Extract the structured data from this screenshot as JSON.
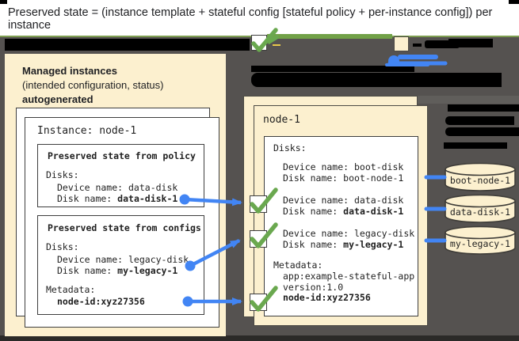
{
  "title": "Preserved state = (instance template + stateful config [stateful policy + per-instance config]) per instance",
  "left_panel": {
    "heading_bold": "Managed instances",
    "heading_line2": "(intended configuration, status)",
    "heading_bold2": "autogenerated",
    "instance_card": {
      "title": "Instance: node-1",
      "policy_box": {
        "title": "Preserved state from policy",
        "disks_label": "Disks:",
        "device_line": "Device name: data-disk",
        "disk_prefix": "Disk name: ",
        "disk_value": "data-disk-1"
      },
      "configs_box": {
        "title": "Preserved state from configs",
        "disks_label": "Disks:",
        "device_line": "Device name: legacy-disk",
        "disk_prefix": "Disk name: ",
        "disk_value": "my-legacy-1",
        "metadata_label": "Metadata:",
        "metadata_value": "node-id:xyz27356"
      }
    }
  },
  "vm_panel": {
    "title": "node-1",
    "disks_label": "Disks:",
    "disk_entries": [
      {
        "device": "Device name: boot-disk",
        "disk_prefix": "Disk name: ",
        "disk_value": "boot-node-1"
      },
      {
        "device": "Device name: data-disk",
        "disk_prefix": "Disk name: ",
        "disk_value": "data-disk-1"
      },
      {
        "device": "Device name: legacy-disk",
        "disk_prefix": "Disk name: ",
        "disk_value": "my-legacy-1"
      }
    ],
    "metadata_label": "Metadata:",
    "metadata_line1": "app:example-stateful-app",
    "metadata_line2": "version:1.0",
    "metadata_bold_line": "node-id:xyz27356"
  },
  "disk_cylinders": [
    {
      "label": "boot-node-1"
    },
    {
      "label": "data-disk-1"
    },
    {
      "label": "my-legacy-1"
    }
  ],
  "colors": {
    "background_dark": "#555250",
    "panel_cream": "#fcf0cf",
    "accent_blue": "#4285f4",
    "accent_green": "#6aa84f",
    "redaction_black": "#000000"
  }
}
